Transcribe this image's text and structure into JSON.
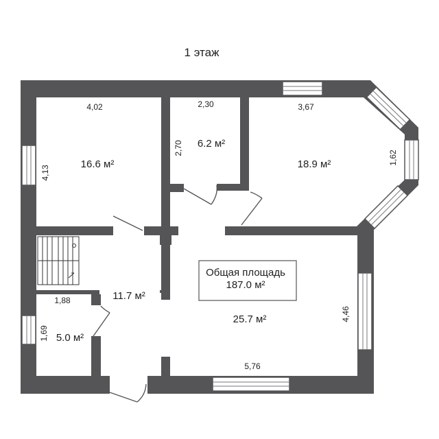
{
  "floor_title": "1 этаж",
  "total": {
    "label": "Общая площадь",
    "value": "187.0 м²"
  },
  "rooms": {
    "room_a": {
      "area": "16.6 м²",
      "width": "4,02",
      "height": "4,13"
    },
    "room_b": {
      "area": "6.2 м²",
      "width": "2,30",
      "height": "2,70"
    },
    "room_c": {
      "area": "18.9 м²",
      "width": "3,67",
      "bay": "1,62"
    },
    "hall": {
      "area": "11.7 м²"
    },
    "small": {
      "area": "5.0 м²",
      "width": "1,88",
      "height": "1,69"
    },
    "living": {
      "area": "25.7 м²",
      "width": "5,76",
      "height": "4,46"
    }
  },
  "colors": {
    "wall": "#555558",
    "background": "#ffffff",
    "text": "#1f1f1f"
  }
}
